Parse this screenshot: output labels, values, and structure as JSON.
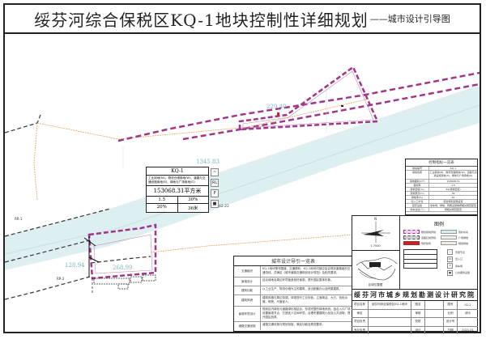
{
  "title": {
    "main": "绥芬河综合保税区KQ-1地块控制性详细规划",
    "sub": "——城市设计引导图"
  },
  "map": {
    "dimensions": {
      "d1": "229.40",
      "d2": "1345.83",
      "d3": "128.94",
      "d4": "268.99"
    },
    "parcel_labels": {
      "left_top": "RR-1",
      "left_bottom": "RR-2"
    },
    "elevation": "42.22",
    "colors": {
      "boundary": "#a0368a",
      "river": "#d8ecef",
      "road_dash": "#333333",
      "orange_line": "#e6a35a",
      "red_marker": "#cc2222"
    }
  },
  "kq_table": {
    "title": "KQ-1",
    "description": "工业用地(M)、物流仓储用地(W)、道路与交通设施用地(S)、绿地与广场用地(G)",
    "area": "153068.31平方米",
    "far": "1.5",
    "density": "30%",
    "green_ratio": "20%",
    "height": "36米",
    "side_icons": [
      "~",
      "RL",
      "P",
      "■"
    ]
  },
  "urban_design_table": {
    "title": "城市设计导引一览表",
    "rows": [
      {
        "key": "交通组织",
        "value": "KQ-1地块紧邻国道，交通便利，KQ-1地块内部应结合规划道路组织交通流线，并满足《城市道路交通规划设计规范》及相关要求。"
      },
      {
        "key": "景观设计",
        "value": "结合绿地及周边环境营造良好景观，提升园区整体形象。"
      },
      {
        "key": "建筑功能",
        "value": "以工业生产、物流仓储为主的建筑，适当配套办公及附属建筑。"
      },
      {
        "key": "建筑风貌",
        "value": "建筑风格与周边协调，体现现代工业特色，立面简洁、大方，色彩淡雅、明快，尺度宜人。"
      },
      {
        "key": "景观环境设计",
        "value": "规划区内绿化与道路绿化相结合，形成完整的绿地系统；结合入口广场设置景观节点，打造宜人空间环境；合理布置建筑小品及公共设施，提升园区品质。"
      },
      {
        "key": "道路交通设施",
        "value": "道路交通设施与规划衔接，满足功能及规范要求。"
      }
    ]
  },
  "control_table": {
    "title": "控制指标一览表",
    "rows": [
      {
        "key": "地块编号",
        "value": "KQ-1"
      },
      {
        "key": "用地性质",
        "value": "工业用地(M)、物流仓储用地(W)、道路与交通设施用地(S)、绿地与广场用地(G)"
      },
      {
        "key": "用地面积(m²)",
        "value": "153068.31"
      },
      {
        "key": "容积率",
        "value": "1.5"
      },
      {
        "key": "建筑密度(%)",
        "value": "30(建筑密度)"
      },
      {
        "key": "建筑限高(m)",
        "value": "36"
      },
      {
        "key": "绿地率(%)",
        "value": "20"
      },
      {
        "key": "出入口方位",
        "value": "结合规划道路设置"
      },
      {
        "key": "配套设施",
        "value": "停车场、绿地、附属设施等按相关规范配置"
      },
      {
        "key": "停车泊位(个)",
        "value": "按相关规范配置"
      }
    ]
  },
  "compass": {
    "north": "N",
    "scale": "1:7000"
  },
  "location_map": {
    "label": "区域位置图"
  },
  "legend": {
    "title": "图例",
    "items": [
      {
        "label": "规划用地界线",
        "color": "#e8d0ee",
        "border": "#a0368a"
      },
      {
        "label": "现状水系",
        "color": "#d8ecef",
        "border": "#999999"
      },
      {
        "label": "道路红线界线",
        "color": "#d0d0d0",
        "border": "#555555"
      },
      {
        "label": "广场绿地",
        "color": "#e8f2f2",
        "border": "#999999"
      },
      {
        "label": "现状建筑",
        "color": "#cc2222",
        "border": "#993333"
      },
      {
        "label": "规划用地",
        "color": "#f2ebe0",
        "border": "#999999"
      }
    ],
    "icons": [
      {
        "glyph": "~",
        "label": "景观节点"
      },
      {
        "glyph": "RL",
        "label": "出入口"
      },
      {
        "glyph": "P",
        "label": "停车场"
      },
      {
        "glyph": "■",
        "label": "公共服务设施"
      }
    ]
  },
  "title_block": {
    "institute": "绥芬河市城乡规划勘测设计研究院",
    "rows": [
      [
        "项目名称",
        "绥芬河综合保税区KQ-1地块",
        "图名",
        "",
        "图号",
        "02-2"
      ],
      [
        "审定",
        "",
        "审核",
        "",
        "比例",
        "请示"
      ],
      [
        "项目负责",
        "",
        "校核",
        "",
        "设计号",
        ""
      ],
      [
        "专业负责",
        "",
        "设计",
        "",
        "日期",
        "2021.01"
      ]
    ]
  }
}
